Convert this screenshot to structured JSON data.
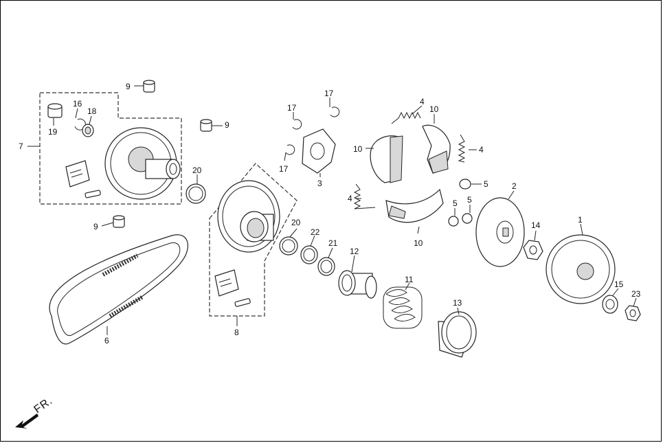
{
  "diagram": {
    "direction_label": "FR.",
    "callouts": {
      "c1": "1",
      "c2": "2",
      "c3": "3",
      "c4a": "4",
      "c4b": "4",
      "c4c": "4",
      "c5a": "5",
      "c5b": "5",
      "c5c": "5",
      "c6": "6",
      "c7": "7",
      "c8": "8",
      "c9a": "9",
      "c9b": "9",
      "c9c": "9",
      "c10a": "10",
      "c10b": "10",
      "c10c": "10",
      "c11": "11",
      "c12": "12",
      "c13": "13",
      "c14": "14",
      "c15": "15",
      "c16": "16",
      "c17a": "17",
      "c17b": "17",
      "c17c": "17",
      "c18": "18",
      "c19": "19",
      "c20a": "20",
      "c20b": "20",
      "c21": "21",
      "c22": "22",
      "c23": "23"
    }
  }
}
